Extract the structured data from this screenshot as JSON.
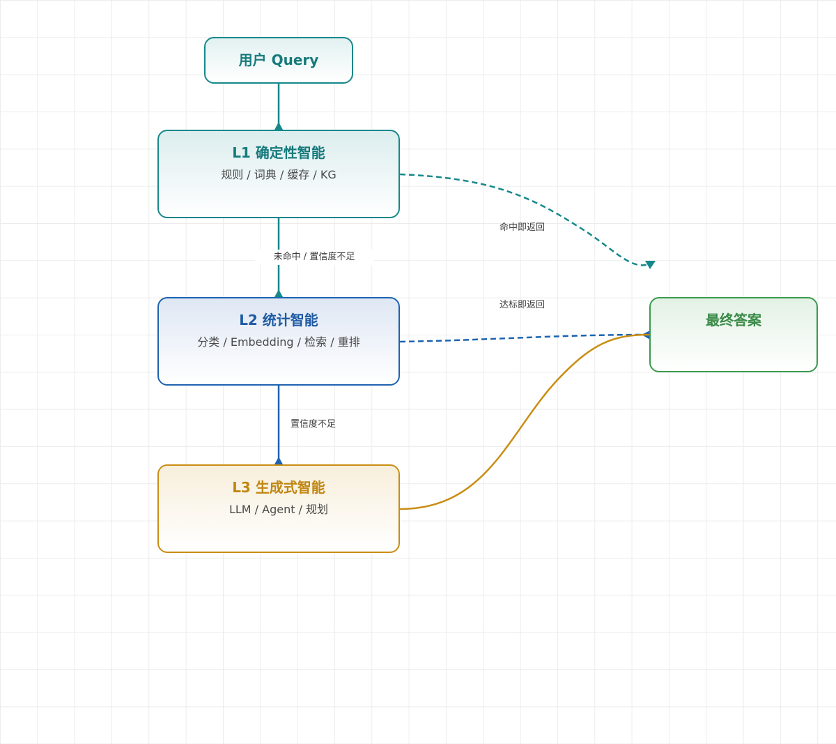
{
  "nodes": {
    "query": {
      "title": "用户 Query",
      "color": "#16888a"
    },
    "l1": {
      "title": "L1 确定性智能",
      "subtitle": "规则 / 词典 / 缓存 / KG",
      "color": "#16888a"
    },
    "l2": {
      "title": "L2 统计智能",
      "subtitle": "分类 / Embedding / 检索 / 重排",
      "color": "#1d63b0"
    },
    "l3": {
      "title": "L3 生成式智能",
      "subtitle": "LLM / Agent / 规划",
      "color": "#c98d13"
    },
    "final": {
      "title": "最终答案",
      "color": "#3b9a4e"
    }
  },
  "edges": {
    "query_to_l1": {
      "style": "solid",
      "color": "#16888a"
    },
    "l1_to_l2": {
      "label": "未命中 / 置信度不足",
      "style": "solid",
      "color": "#16888a"
    },
    "l1_to_final": {
      "label": "命中即返回",
      "style": "dashed",
      "color": "#16888a"
    },
    "l2_to_final": {
      "label": "达标即返回",
      "style": "dashed",
      "color": "#1d63b0"
    },
    "l2_to_l3": {
      "label": "置信度不足",
      "style": "solid",
      "color": "#1d63b0"
    },
    "l3_to_final": {
      "style": "solid",
      "color": "#c98d13"
    }
  }
}
